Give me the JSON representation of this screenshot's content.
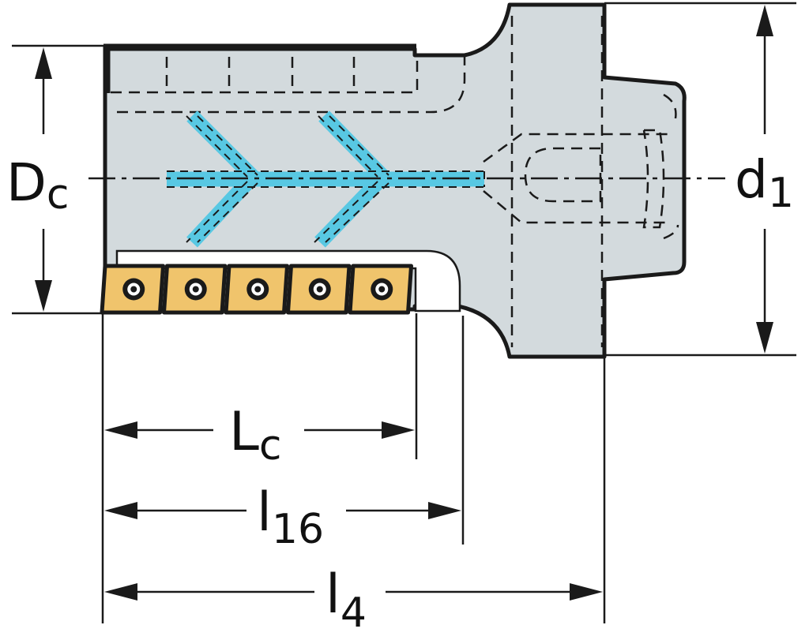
{
  "labels": {
    "dc_main": "D",
    "dc_sub": "c",
    "d1_main": "d",
    "d1_sub": "1",
    "lc_main": "L",
    "lc_sub": "c",
    "l16_main": "l",
    "l16_sub": "16",
    "l4_main": "l",
    "l4_sub": "4"
  },
  "colors": {
    "body_fill": "#d3dadd",
    "outline": "#1a1a1a",
    "coolant": "#58c8e3",
    "insert_fill": "#f0c46c"
  },
  "inserts": {
    "count": 5
  }
}
